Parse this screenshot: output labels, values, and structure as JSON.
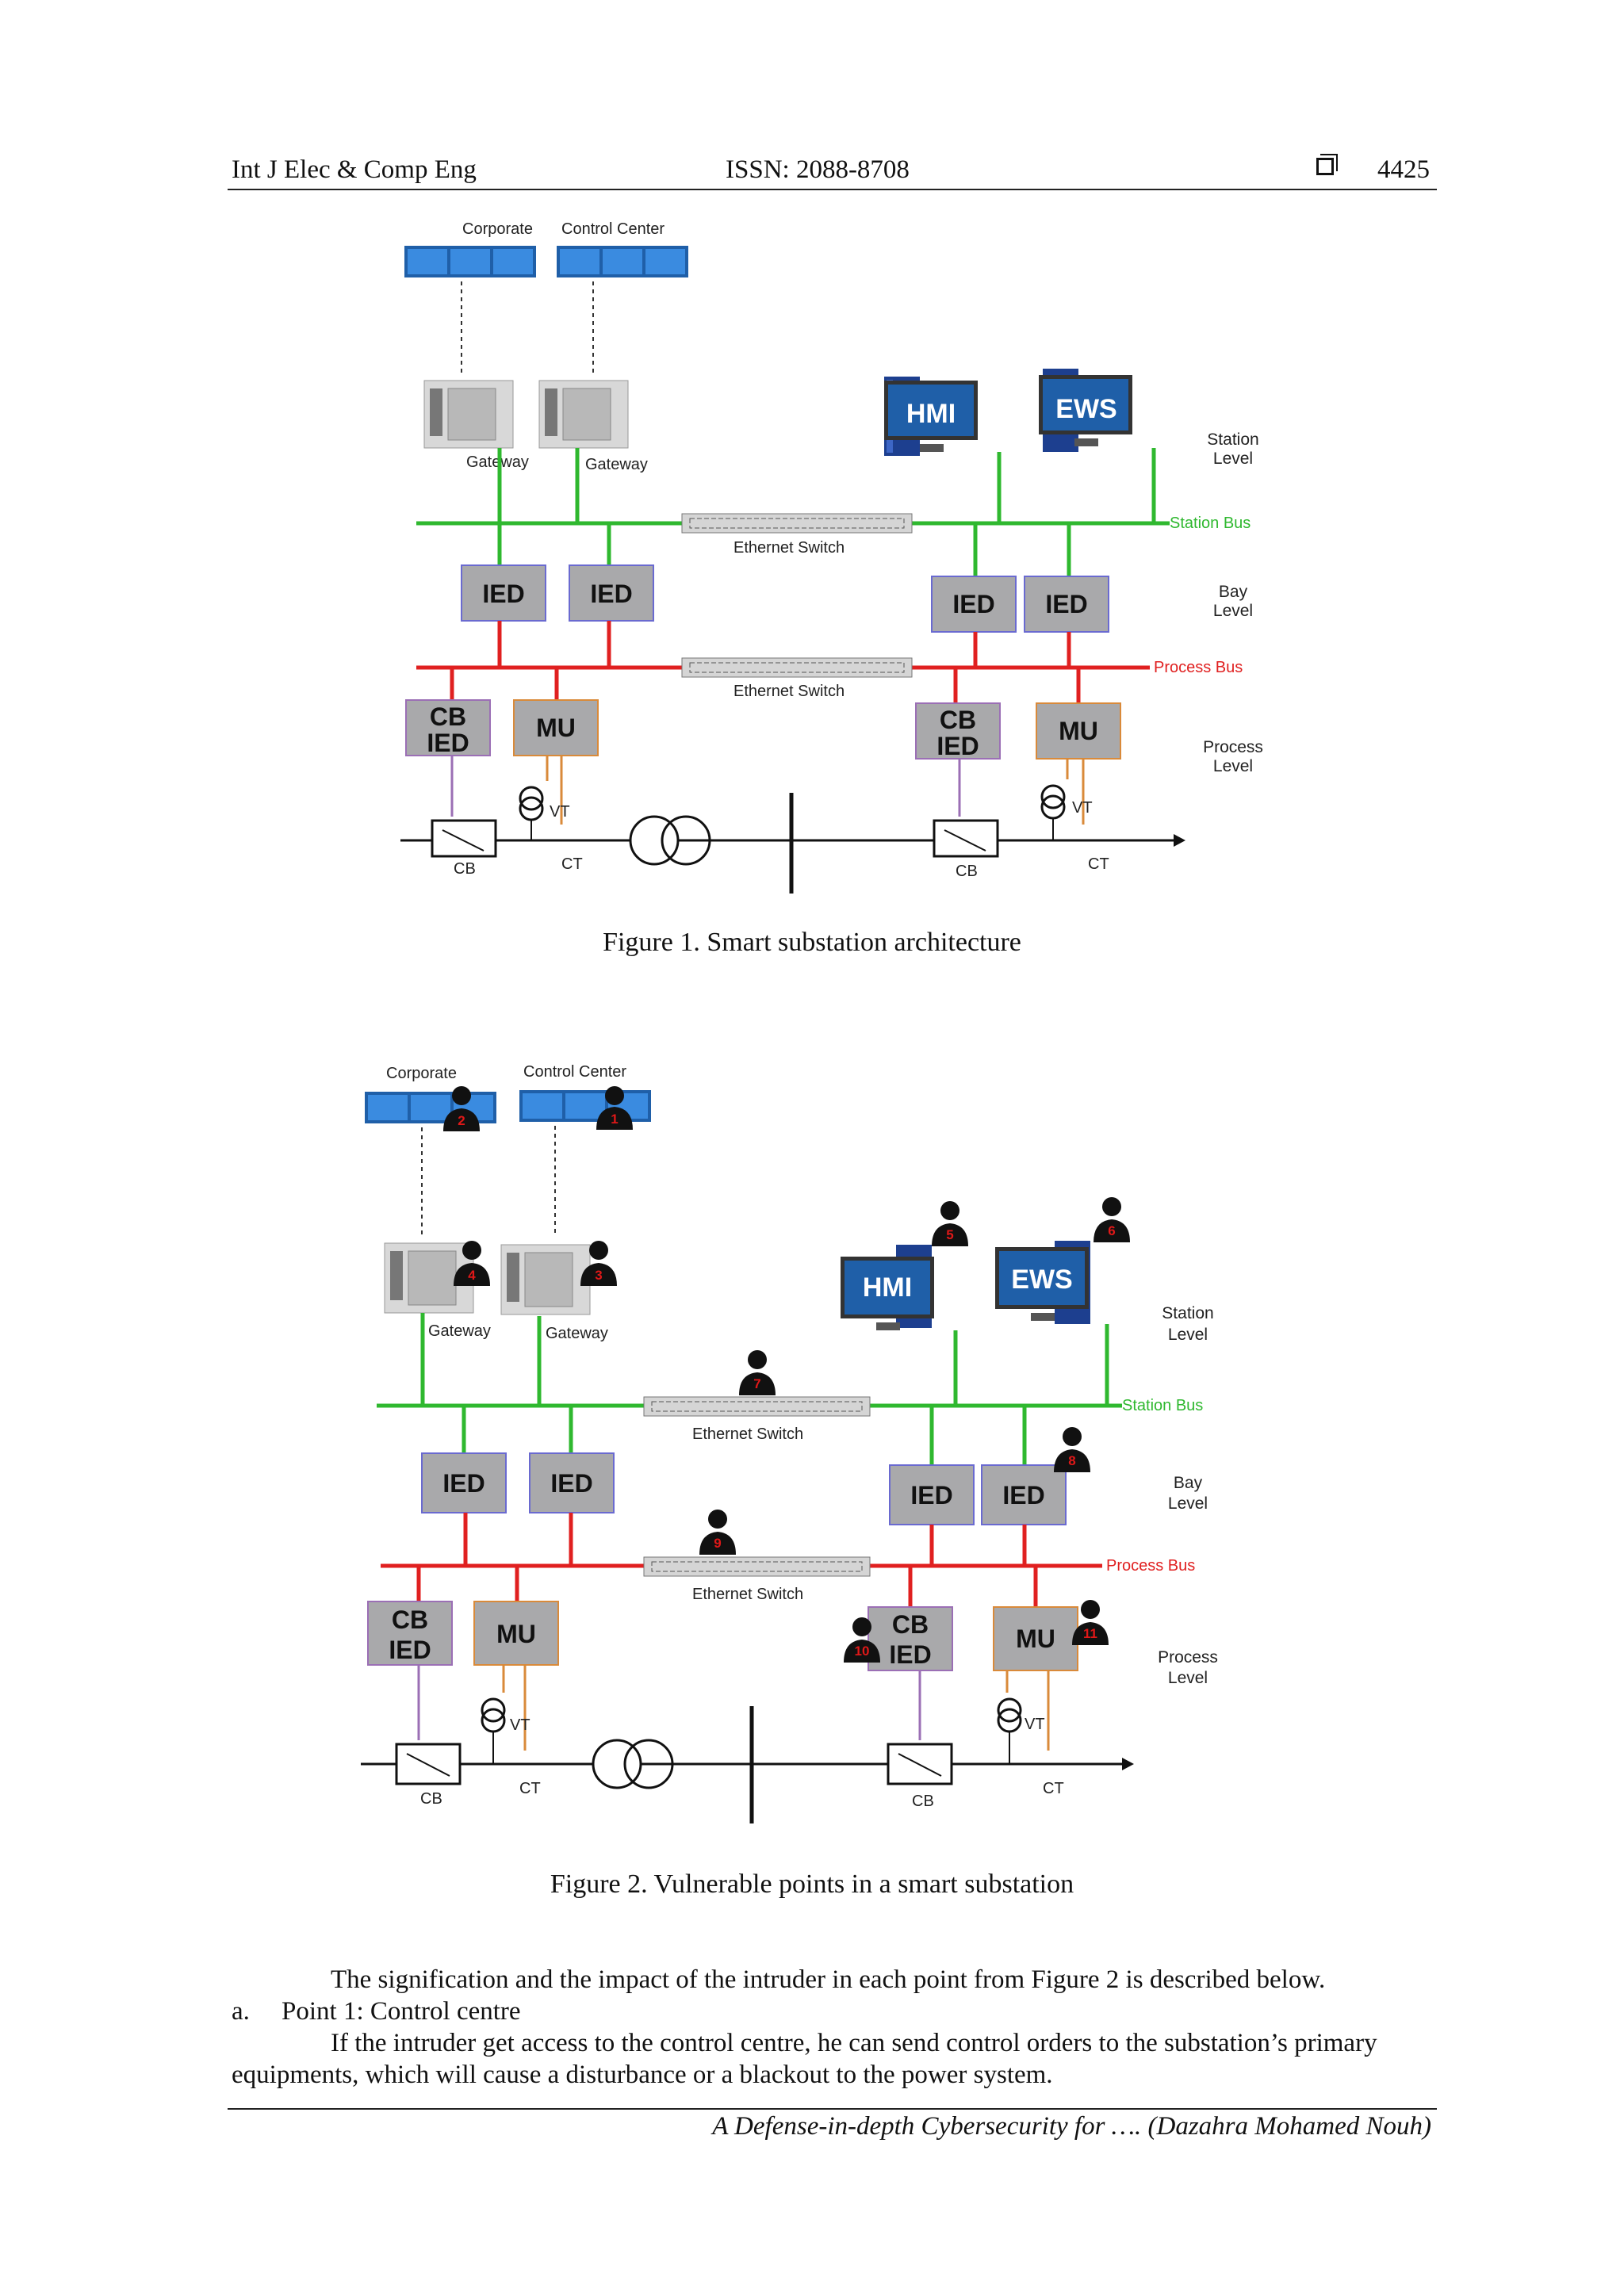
{
  "header": {
    "journal": "Int J Elec & Comp Eng",
    "issn": "ISSN: 2088-8708",
    "page": "4425"
  },
  "diagram": {
    "corporate": "Corporate",
    "control_center": "Control Center",
    "gateway": "Gateway",
    "hmi": "HMI",
    "ews": "EWS",
    "ethernet_switch": "Ethernet Switch",
    "station_bus": "Station Bus",
    "process_bus": "Process Bus",
    "ied": "IED",
    "cb": "CB",
    "mu": "MU",
    "vt": "VT",
    "ct": "CT",
    "station_level": [
      "Station",
      "Level"
    ],
    "bay_level": [
      "Bay",
      "Level"
    ],
    "process_level": [
      "Process",
      "Level"
    ],
    "colors": {
      "station_bus": "#2fb82f",
      "process_bus": "#e02020",
      "ied_box": "#a9a9ab",
      "mu_border": "#d98a3a",
      "cb_ied_border": "#9b6fb5",
      "screen": "#3a8be0"
    }
  },
  "figure1_caption": "Figure 1. Smart substation architecture",
  "figure2_caption": "Figure 2. Vulnerable points in a smart substation",
  "vulnerable_points": [
    "1",
    "2",
    "3",
    "4",
    "5",
    "6",
    "7",
    "8",
    "9",
    "10",
    "11"
  ],
  "body": {
    "intro": "The signification and the impact of the intruder in each point from Figure 2 is described below.",
    "item_marker": "a.",
    "item_title": "Point 1: Control centre",
    "para_line1": "If the intruder get access to the control centre, he can send control orders to the substation’s primary",
    "para_line2": "equipments, which will cause a disturbance or a blackout to the power system."
  },
  "footer": "A Defense-in-depth Cybersecurity for …. (Dazahra Mohamed Nouh)"
}
